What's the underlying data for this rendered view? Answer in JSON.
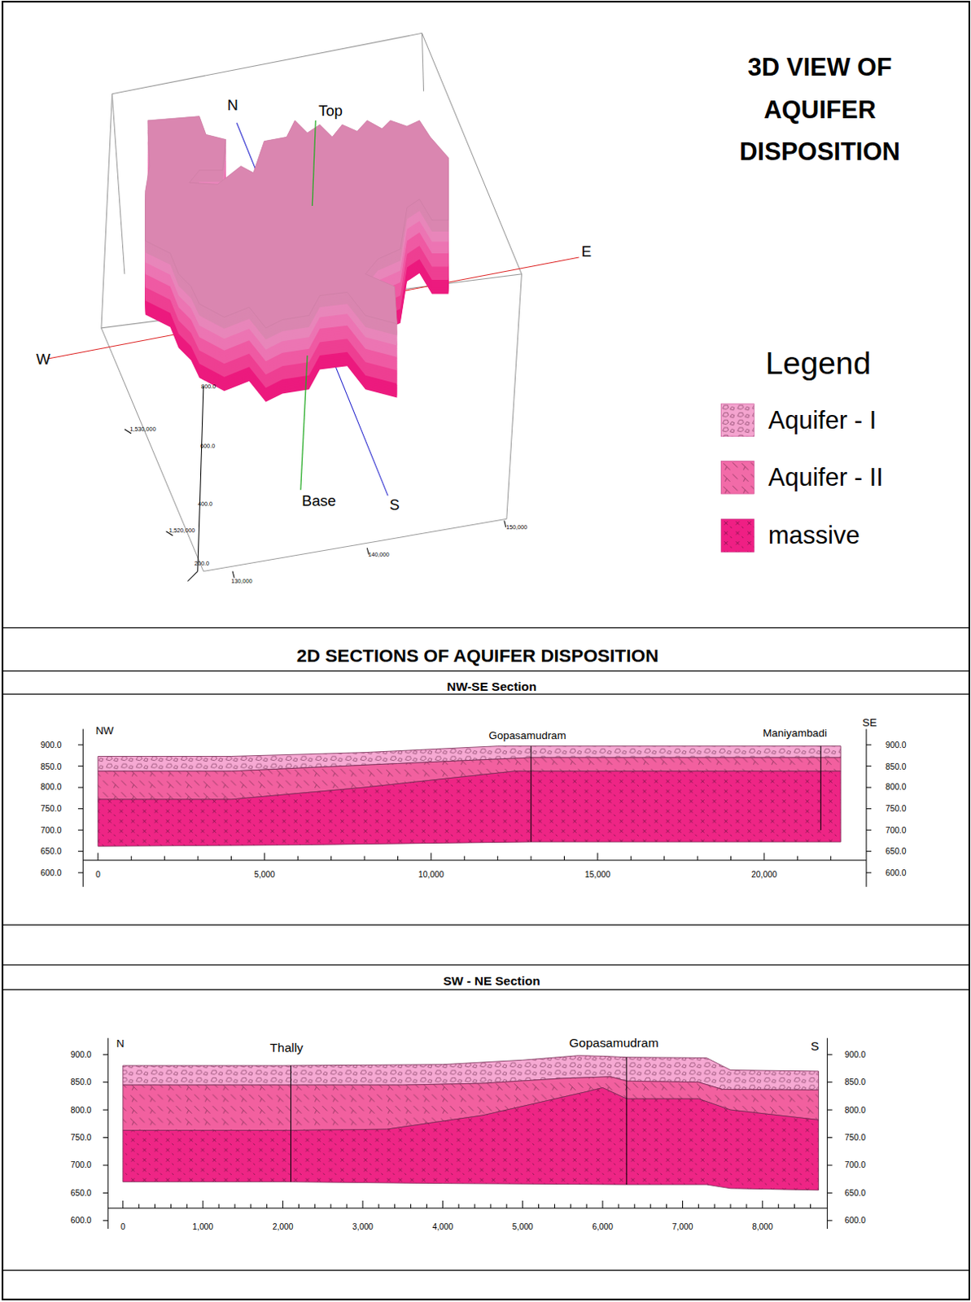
{
  "diagram": {
    "title": "3D VIEW OF AQUIFER DISPOSITION",
    "labels": [
      "N",
      "Top",
      "E",
      "W",
      "Base",
      "S",
      "800.0",
      "600.0",
      "400.0",
      "200.0",
      "1,530,000",
      "1,520,000",
      "130,000",
      "140,000",
      "150,000",
      "2D SECTIONS OF AQUIFER DISPOSITION",
      "NW-SE Section",
      "NW",
      "SE",
      "Gopasamudram",
      "Maniyambadi",
      "900.0",
      "850.0",
      "800.0",
      "750.0",
      "700.0",
      "650.0",
      "600.0",
      "900.0",
      "850.0",
      "800.0",
      "750.0",
      "700.0",
      "650.0",
      "600.0",
      "0",
      "5,000",
      "10,000",
      "15,000",
      "20,000",
      "SW - NE Section",
      "N",
      "Thally",
      "Gopasamudram",
      "S",
      "900.0",
      "850.0",
      "800.0",
      "750.0",
      "700.0",
      "650.0",
      "600.0",
      "900.0",
      "850.0",
      "800.0",
      "750.0",
      "700.0",
      "650.0",
      "600.0",
      "0",
      "1,000",
      "2,000",
      "3,000",
      "4,000",
      "5,000",
      "6,000",
      "7,000",
      "8,000"
    ],
    "legend": [
      {
        "text": "Legend"
      },
      {
        "text": "Aquifer - I",
        "color": "#f4a4cf"
      },
      {
        "text": "Aquifer - II",
        "color": "#f26ba8"
      },
      {
        "text": "massive",
        "color": "#ef1f84"
      }
    ]
  }
}
